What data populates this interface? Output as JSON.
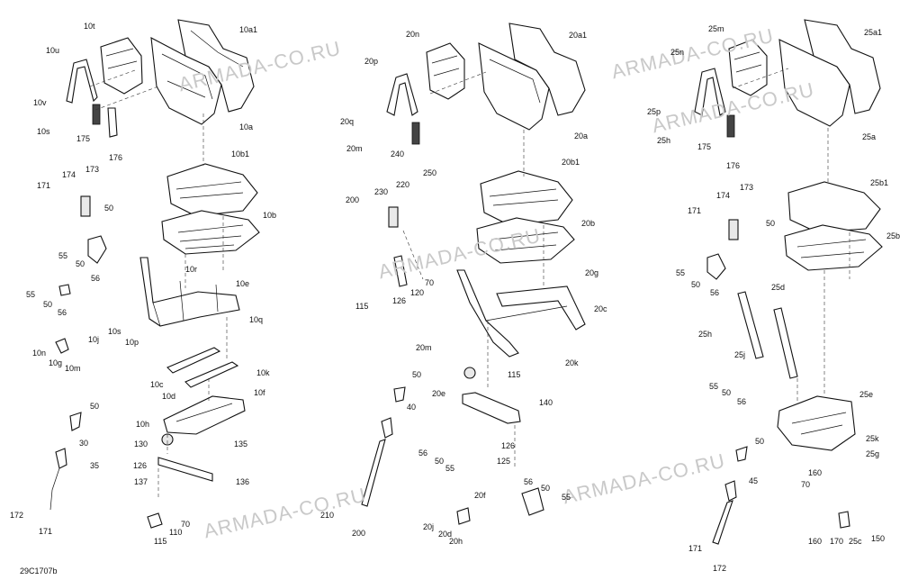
{
  "watermark_text": "ARMADA-CO.RU",
  "reference_code": "29C1707b",
  "panels": [
    {
      "labels": [
        "10t",
        "10a1",
        "10u",
        "10v",
        "10s",
        "175",
        "176",
        "10a",
        "10b1",
        "10b",
        "171",
        "174",
        "173",
        "50",
        "55",
        "50",
        "56",
        "10r",
        "10e",
        "55",
        "50",
        "56",
        "10s",
        "10p",
        "10q",
        "10n",
        "10j",
        "10g",
        "10m",
        "10k",
        "10c",
        "10d",
        "10f",
        "50",
        "10h",
        "130",
        "135",
        "126",
        "137",
        "136",
        "30",
        "35",
        "172",
        "171",
        "70",
        "110",
        "115"
      ]
    },
    {
      "labels": [
        "20n",
        "20a1",
        "20p",
        "20q",
        "20m",
        "240",
        "250",
        "20a",
        "20b1",
        "20b",
        "200",
        "230",
        "220",
        "70",
        "120",
        "126",
        "115",
        "20g",
        "20c",
        "20m",
        "20k",
        "115",
        "20e",
        "140",
        "50",
        "40",
        "126",
        "125",
        "56",
        "50",
        "55",
        "20f",
        "56",
        "50",
        "55",
        "210",
        "200",
        "20j",
        "20d",
        "20h"
      ]
    },
    {
      "labels": [
        "25m",
        "25a1",
        "25n",
        "25p",
        "25h",
        "175",
        "176",
        "25a",
        "25b1",
        "25b",
        "173",
        "174",
        "171",
        "50",
        "55",
        "50",
        "56",
        "25d",
        "25h",
        "25j",
        "55",
        "50",
        "56",
        "25e",
        "50",
        "25k",
        "25g",
        "160",
        "70",
        "45",
        "171",
        "172",
        "160",
        "170",
        "25c",
        "150"
      ]
    }
  ]
}
